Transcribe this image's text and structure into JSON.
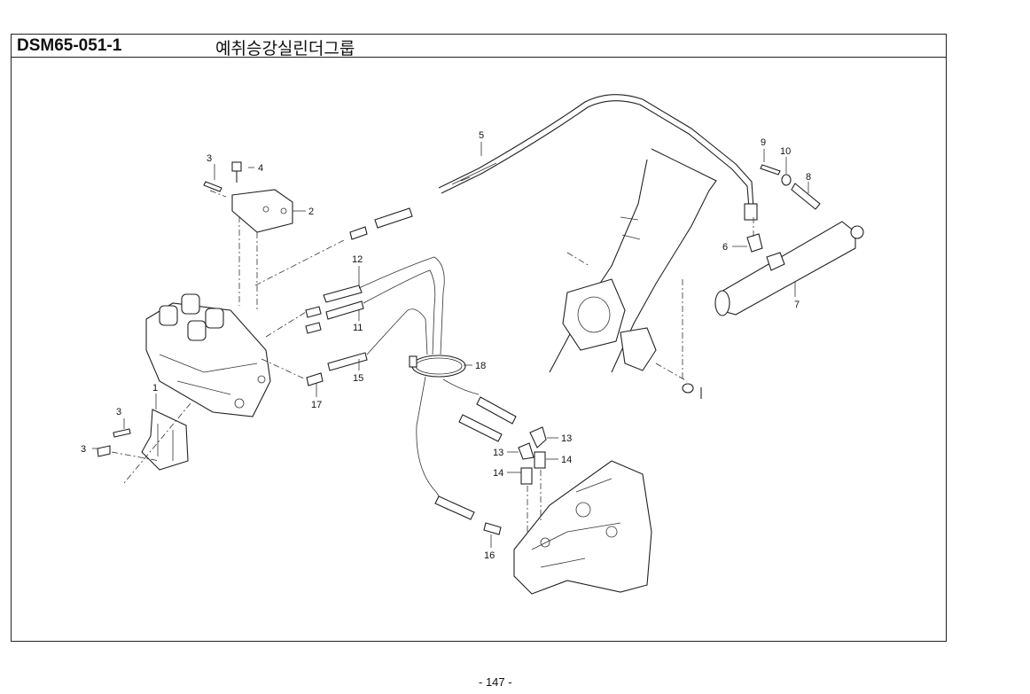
{
  "header": {
    "part_code": "DSM65-051-1",
    "group_title": "예취승강실린더그룹"
  },
  "callouts": {
    "c1": "1",
    "c2": "2",
    "c3a": "3",
    "c3b": "3",
    "c3c": "3",
    "c4": "4",
    "c5": "5",
    "c6": "6",
    "c7": "7",
    "c8": "8",
    "c9": "9",
    "c10": "10",
    "c11": "11",
    "c12": "12",
    "c13a": "13",
    "c13b": "13",
    "c14a": "14",
    "c14b": "14",
    "c15": "15",
    "c16": "16",
    "c17": "17",
    "c18": "18"
  },
  "footer": {
    "page_number": "- 147 -"
  }
}
